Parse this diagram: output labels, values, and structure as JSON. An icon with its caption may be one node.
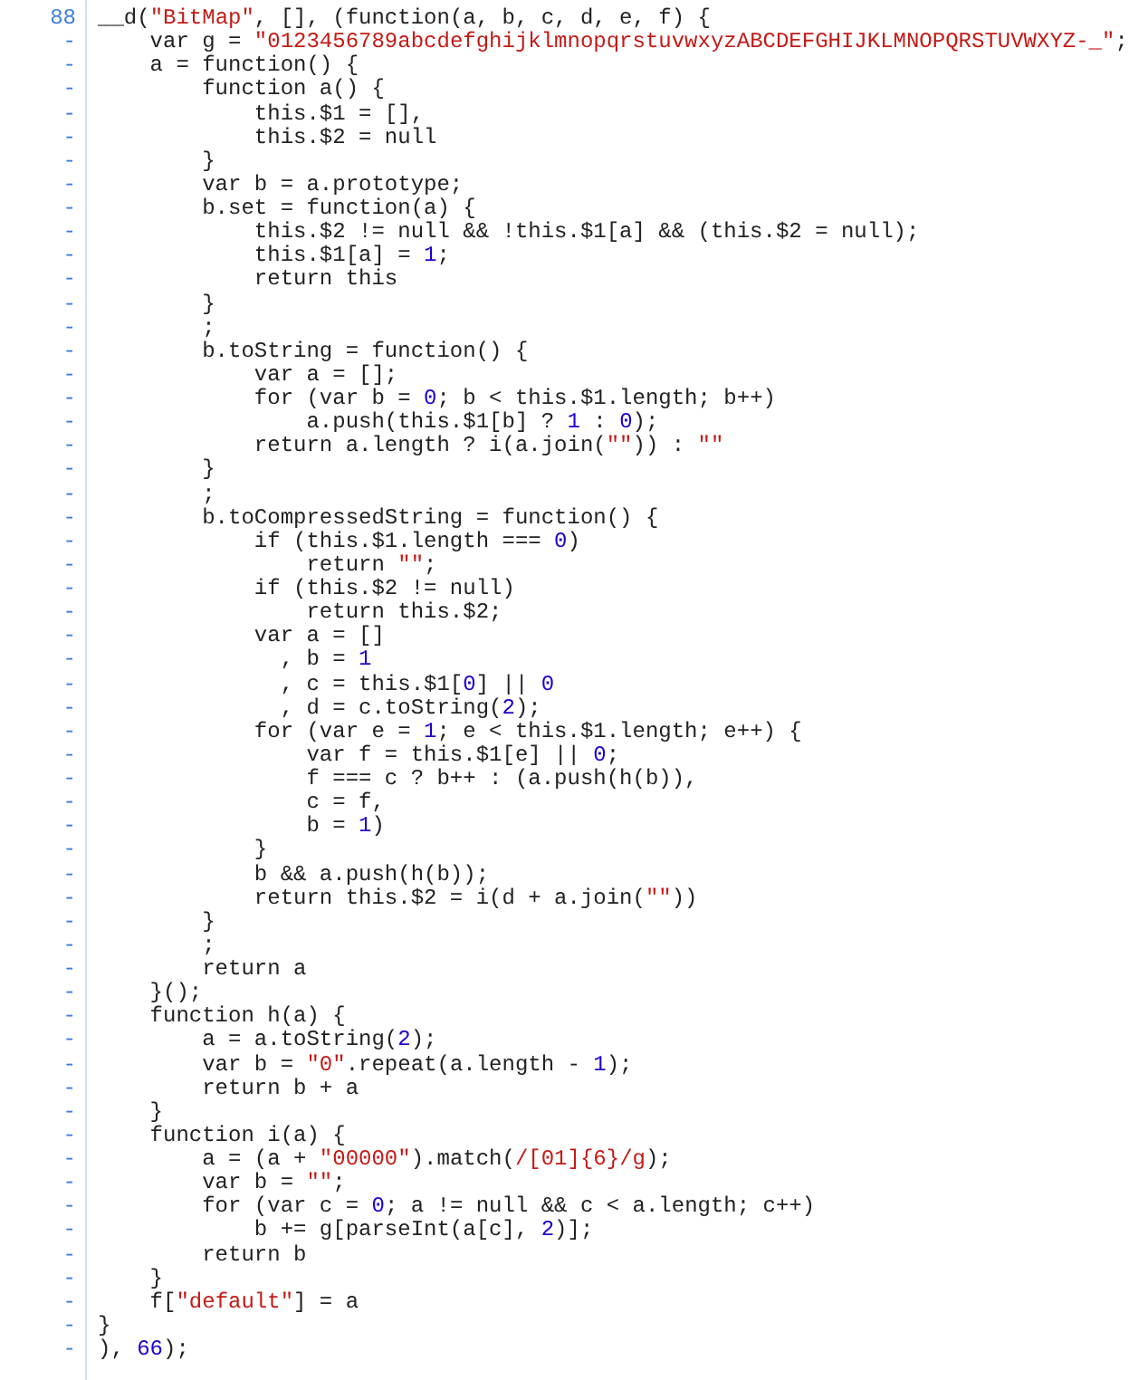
{
  "diagram": {
    "labels": [
      "88",
      "__d(\"BitMap\", [], (function(a, b, c, d, e, f) {",
      "-",
      "    var g = \"0123456789abcdefghijklmnopqrstuvwxyzABCDEFGHIJKLMNOPQRSTUVWXYZ-_\";",
      "-",
      "    a = function() {",
      "-",
      "        function a() {",
      "-",
      "            this.$1 = [],",
      "-",
      "            this.$2 = null",
      "-",
      "        }",
      "-",
      "        var b = a.prototype;",
      "-",
      "        b.set = function(a) {",
      "-",
      "            this.$2 != null && !this.$1[a] && (this.$2 = null);",
      "-",
      "            this.$1[a] = 1;",
      "-",
      "            return this",
      "-",
      "        }",
      "-",
      "        ;",
      "-",
      "        b.toString = function() {",
      "-",
      "            var a = [];",
      "-",
      "            for (var b = 0; b < this.$1.length; b++)",
      "-",
      "                a.push(this.$1[b] ? 1 : 0);",
      "-",
      "            return a.length ? i(a.join(\"\")) : \"\"",
      "-",
      "        }",
      "-",
      "        ;",
      "-",
      "        b.toCompressedString = function() {",
      "-",
      "            if (this.$1.length === 0)",
      "-",
      "                return \"\";",
      "-",
      "            if (this.$2 != null)",
      "-",
      "                return this.$2;",
      "-",
      "            var a = []",
      "-",
      "              , b = 1",
      "-",
      "              , c = this.$1[0] || 0",
      "-",
      "              , d = c.toString(2);",
      "-",
      "            for (var e = 1; e < this.$1.length; e++) {",
      "-",
      "                var f = this.$1[e] || 0;",
      "-",
      "                f === c ? b++ : (a.push(h(b)),",
      "-",
      "                c = f,",
      "-",
      "                b = 1)",
      "-",
      "            }",
      "-",
      "            b && a.push(h(b));",
      "-",
      "            return this.$2 = i(d + a.join(\"\"))",
      "-",
      "        }",
      "-",
      "        ;",
      "-",
      "        return a",
      "-",
      "    }();",
      "-",
      "    function h(a) {",
      "-",
      "        a = a.toString(2);",
      "-",
      "        var b = \"0\".repeat(a.length - 1);",
      "-",
      "        return b + a",
      "-",
      "    }",
      "-",
      "    function i(a) {",
      "-",
      "        a = (a + \"00000\").match(/[01]{6}/g);",
      "-",
      "        var b = \"\";",
      "-",
      "        for (var c = 0; a != null && c < a.length; c++)",
      "-",
      "            b += g[parseInt(a[c], 2)];",
      "-",
      "        return b",
      "-",
      "    }",
      "-",
      "    f[\"default\"] = a",
      "-",
      "}",
      "-",
      "), 66);"
    ]
  }
}
